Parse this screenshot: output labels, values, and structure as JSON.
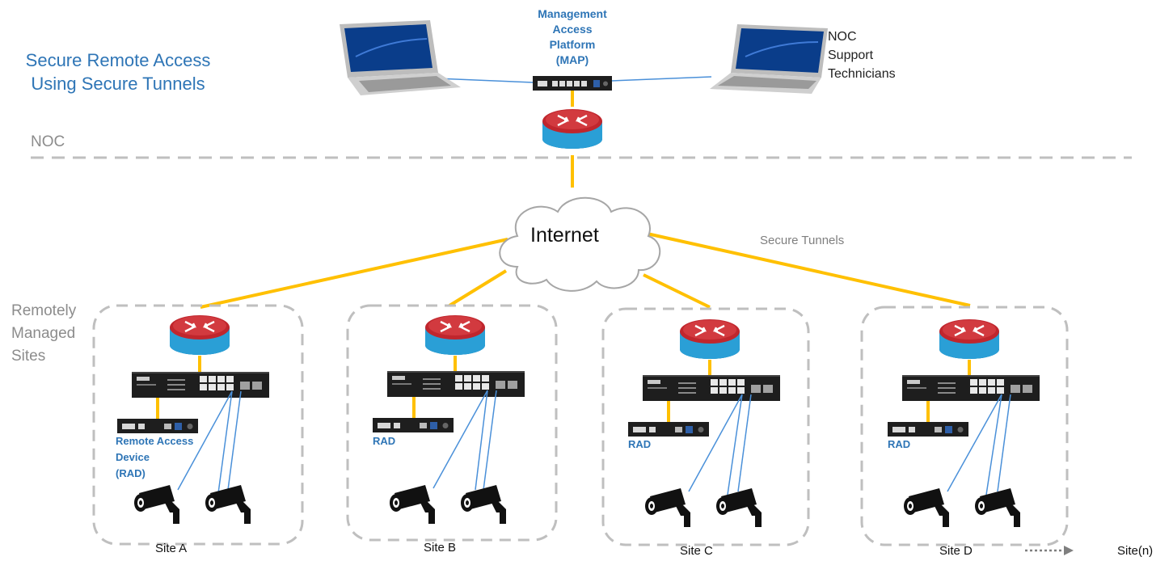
{
  "title": {
    "line1": "Secure Remote Access",
    "line2": "Using Secure Tunnels"
  },
  "noc": {
    "label": "NOC",
    "map_label": {
      "line1": "Management",
      "line2": "Access",
      "line3": "Platform",
      "line4": "(MAP)"
    },
    "technicians_label": {
      "line1": "NOC",
      "line2": "Support",
      "line3": "Technicians"
    }
  },
  "internet_label": "Internet",
  "tunnels_label": "Secure Tunnels",
  "remote_sites_label": {
    "line1": "Remotely",
    "line2": "Managed",
    "line3": "Sites"
  },
  "sites": [
    {
      "name": "Site A",
      "rad_label": {
        "line1": "Remote Access",
        "line2": "Device",
        "line3": "(RAD)"
      }
    },
    {
      "name": "Site B",
      "rad_label": {
        "line1": "RAD"
      }
    },
    {
      "name": "Site C",
      "rad_label": {
        "line1": "RAD"
      }
    },
    {
      "name": "Site D",
      "rad_label": {
        "line1": "RAD"
      }
    }
  ],
  "more_sites_label": "Site(n)",
  "colors": {
    "title_blue": "#2e75b6",
    "tunnel_line": "#ffc000",
    "router_red": "#c0262d",
    "router_blue": "#2a9fd6",
    "divider_gray": "#bfbfbf"
  },
  "icons": [
    "laptop-icon",
    "router-icon",
    "switch-icon",
    "rad-device-icon",
    "cloud-icon",
    "security-camera-icon"
  ]
}
